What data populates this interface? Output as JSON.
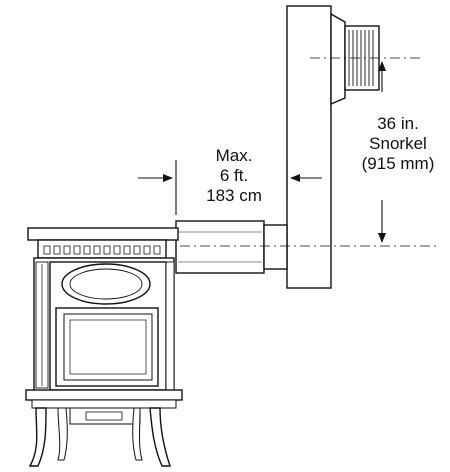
{
  "diagram": {
    "horizontal_run": {
      "line1": "Max.",
      "line2": "6 ft.",
      "line3": "183 cm"
    },
    "snorkel": {
      "line1": "36 in.",
      "line2": "Snorkel",
      "line3": "(915 mm)"
    }
  }
}
